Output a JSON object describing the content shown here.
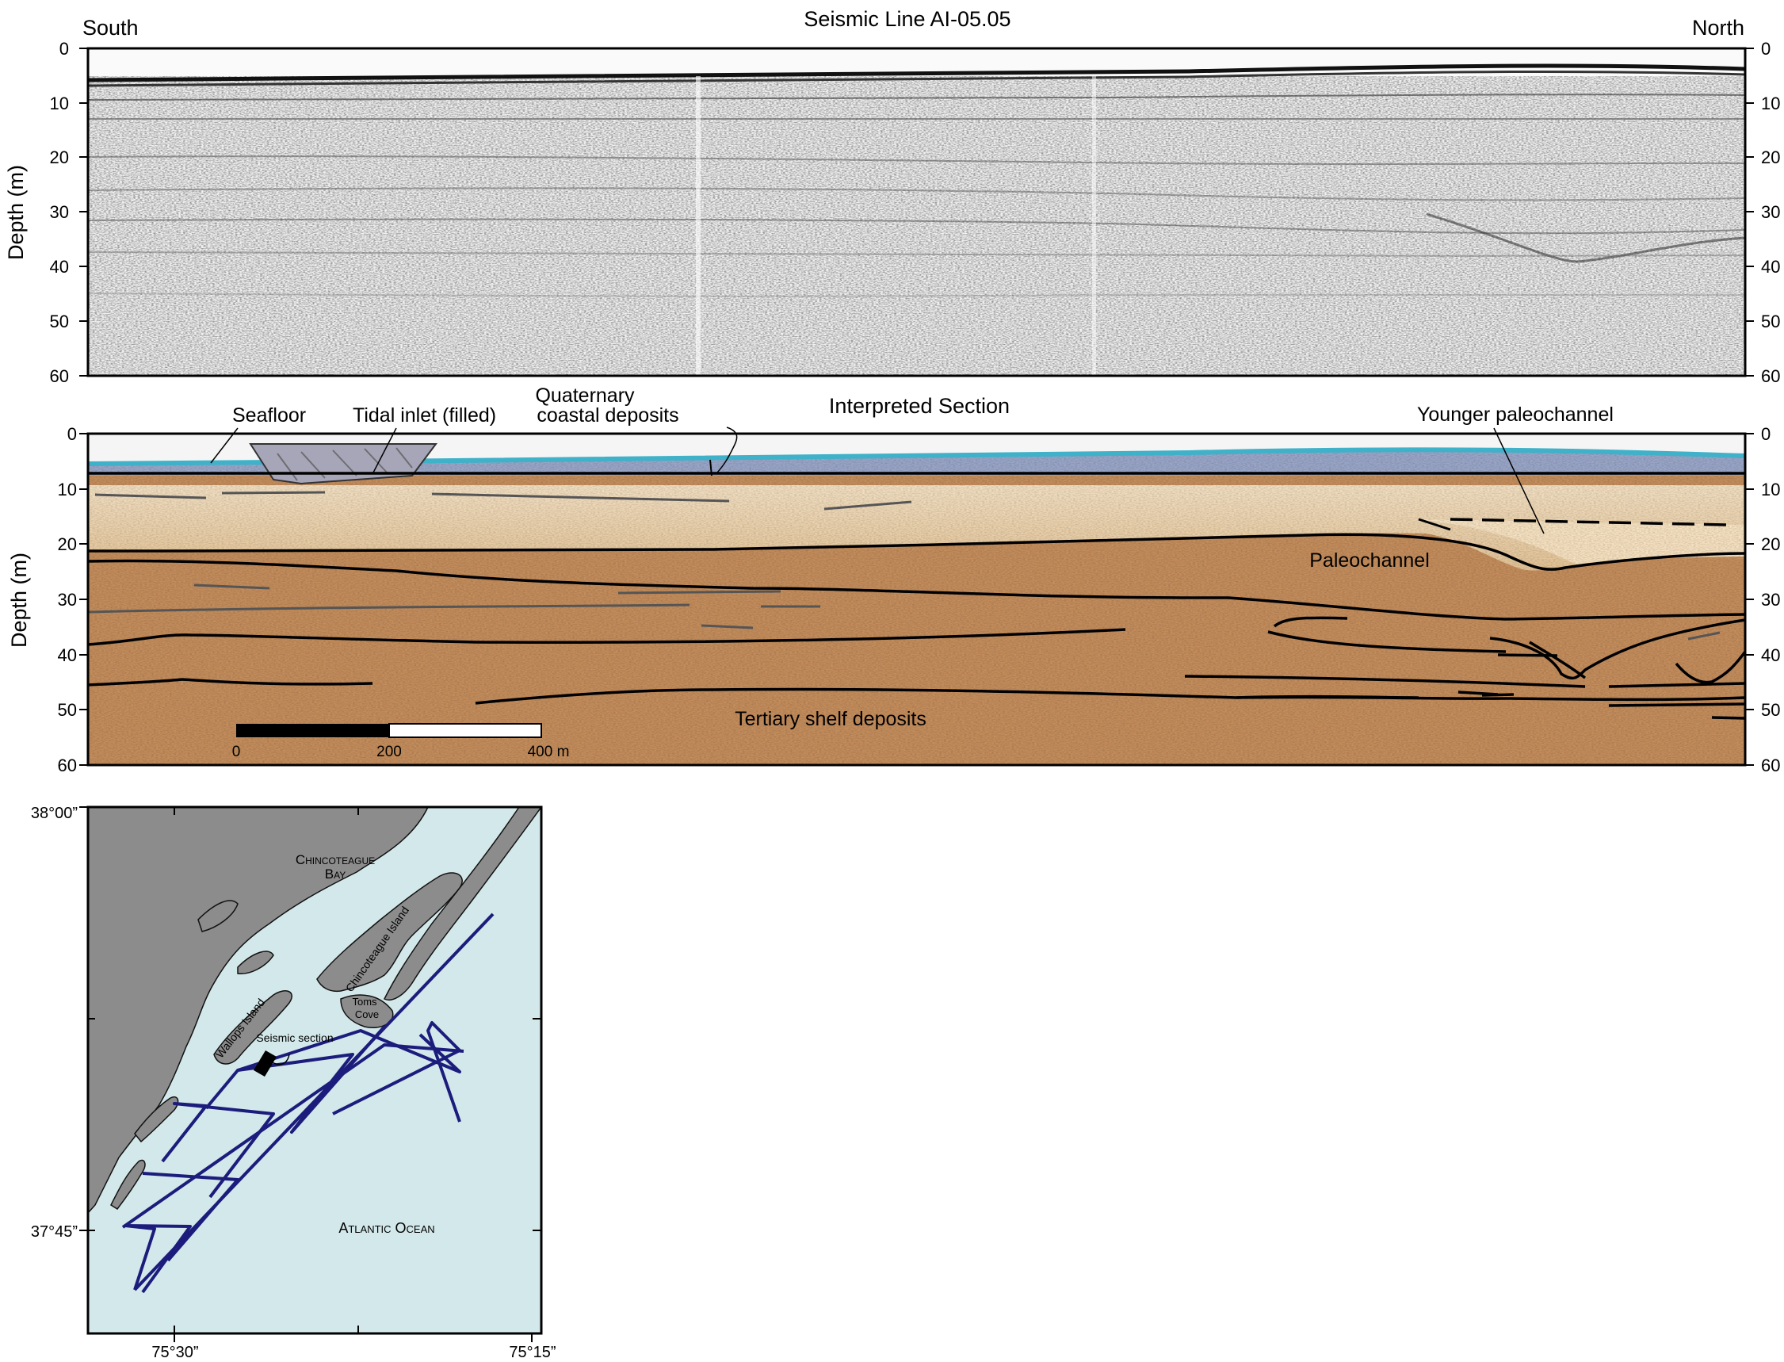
{
  "figure": {
    "top_panel": {
      "title": "Seismic Line AI-05.05",
      "left_label": "South",
      "right_label": "North",
      "ylabel": "Depth (m)",
      "depth_ticks": [
        "0",
        "10",
        "20",
        "30",
        "40",
        "50",
        "60"
      ]
    },
    "bottom_panel": {
      "title": "Interpreted Section",
      "ylabel": "Depth (m)",
      "depth_ticks": [
        "0",
        "10",
        "20",
        "30",
        "40",
        "50",
        "60"
      ],
      "labels": {
        "seafloor": "Seafloor",
        "tidal_inlet": "Tidal inlet (filled)",
        "quaternary_line1": "Quaternary",
        "quaternary_line2": "coastal deposits",
        "younger_paleochannel": "Younger paleochannel",
        "paleochannel": "Paleochannel",
        "tertiary": "Tertiary shelf deposits"
      },
      "scale_bar": {
        "tick0": "0",
        "tick1": "200",
        "tick2": "400 m"
      },
      "colors": {
        "water_line": "#3fb1c9",
        "quaternary_fill": "#9aa7c8",
        "paleochannel_fill": "#ecd7b6",
        "tertiary_fill": "#c7905f"
      }
    },
    "map": {
      "lat_top": "38°00”",
      "lat_bottom": "37°45”",
      "lon_left": "75°30”",
      "lon_right": "75°15”",
      "bay_line1": "Chincoteague",
      "bay_line2": "Bay",
      "island1": "Chincoteague Island",
      "cove_line1": "Toms",
      "cove_line2": "Cove",
      "island2": "Wallops Island",
      "seismic_section": "Seismic section",
      "ocean": "Atlantic Ocean",
      "colors": {
        "land": "#8c8c8c",
        "water": "#d3e8ea",
        "track": "#1c1c7c"
      }
    }
  }
}
